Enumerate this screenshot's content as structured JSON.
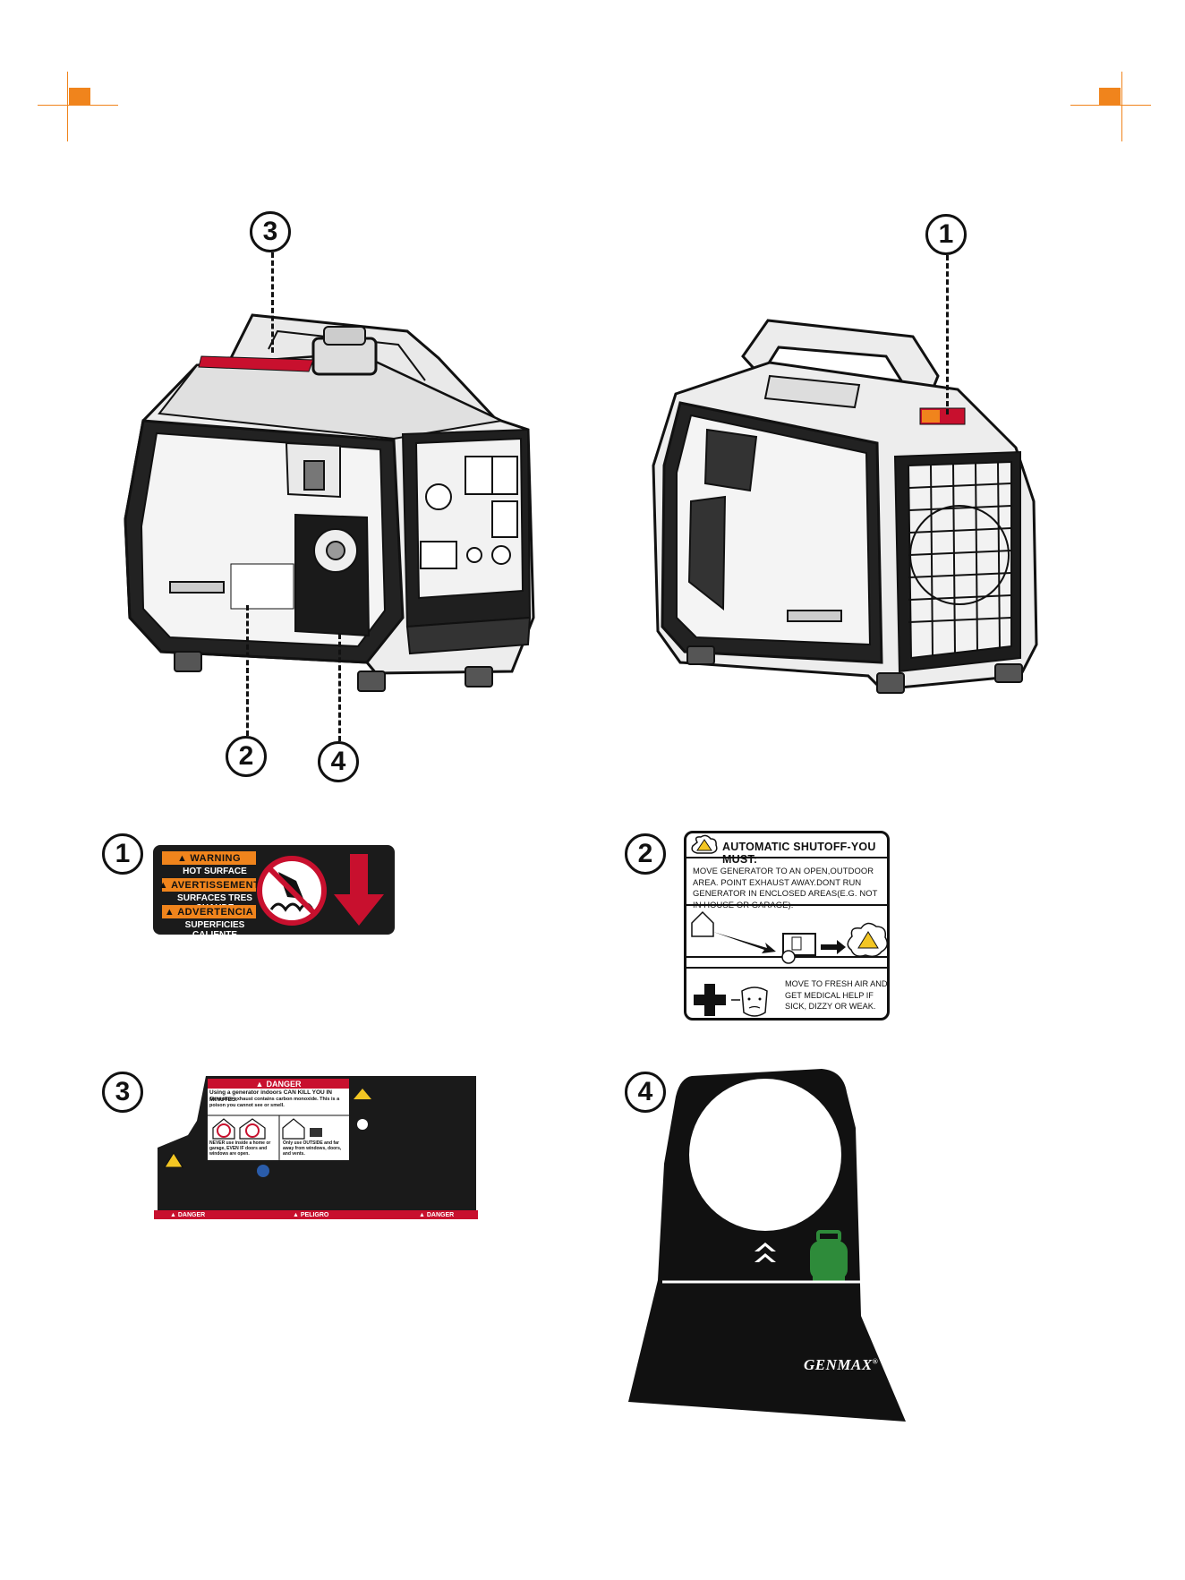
{
  "callouts": {
    "c3_top": "3",
    "c1_top": "1",
    "c2_bottom": "2",
    "c4_bottom": "4",
    "c1_label": "1",
    "c2_label": "2",
    "c3_label": "3",
    "c4_label": "4"
  },
  "label1": {
    "warning": "WARNING",
    "warning_sub": "HOT SURFACE",
    "avertissement": "AVERTISSEMENT",
    "avertissement_sub": "SURFACES TRES CHAUDE",
    "advertencia": "ADVERTENCIA",
    "advertencia_sub": "SUPERFICIES CALIENTE",
    "accent": "#f0841c",
    "arrow_color": "#c8102e"
  },
  "label2": {
    "title": "AUTOMATIC SHUTOFF-YOU MUST:",
    "text": "MOVE GENERATOR TO AN OPEN,OUTDOOR AREA. POINT EXHAUST AWAY.DONT RUN GENERATOR IN ENCLOSED AREAS(E.G. NOT IN HOUSE OR GARAGE).",
    "text2": "MOVE TO FRESH AIR AND GET MEDICAL HELP IF SICK, DIZZY OR WEAK."
  },
  "label3": {
    "danger_title": "DANGER",
    "headline": "Using a generator indoors CAN KILL YOU IN MINUTES.",
    "subhead": "Generator exhaust contains carbon monoxide. This is a poison you cannot see or smell.",
    "never": "NEVER use inside a home or garage, EVEN IF doors and windows are open.",
    "only": "Only use OUTSIDE and far away from windows, doors, and vents.",
    "footer_left": "DANGER",
    "footer_mid": "PELIGRO",
    "footer_right": "DANGER",
    "danger_color": "#c8102e"
  },
  "label4": {
    "brand": "GENMAX",
    "trademark": "®",
    "propane_color": "#2e8b3a"
  },
  "crop_marks": {
    "color": "#f0841c"
  }
}
